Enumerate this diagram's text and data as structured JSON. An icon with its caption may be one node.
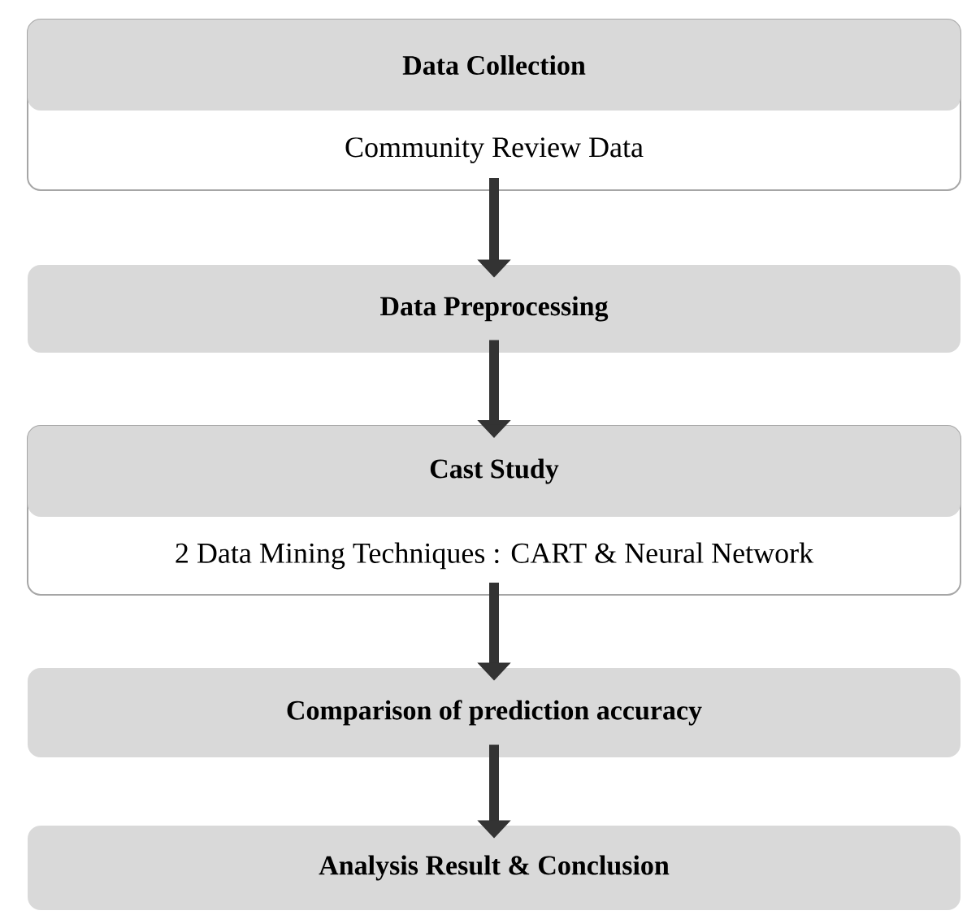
{
  "diagram": {
    "nodes": [
      {
        "text": [
          "Data Collection",
          "Community Review Data"
        ]
      },
      {
        "text": [
          "Data Preprocessing"
        ]
      },
      {
        "text": [
          "Cast Study",
          "2 Data Mining Techniques : CART & Neural Network"
        ]
      },
      {
        "text": [
          "Comparison of prediction accuracy"
        ]
      },
      {
        "text": [
          "Analysis Result & Conclusion"
        ]
      }
    ],
    "edges": [
      {
        "from": 0,
        "to": 1,
        "arrow": "to"
      },
      {
        "from": 1,
        "to": 2,
        "arrow": "to"
      },
      {
        "from": 2,
        "to": 3,
        "arrow": "to"
      },
      {
        "from": 3,
        "to": 4,
        "arrow": "to"
      }
    ]
  }
}
